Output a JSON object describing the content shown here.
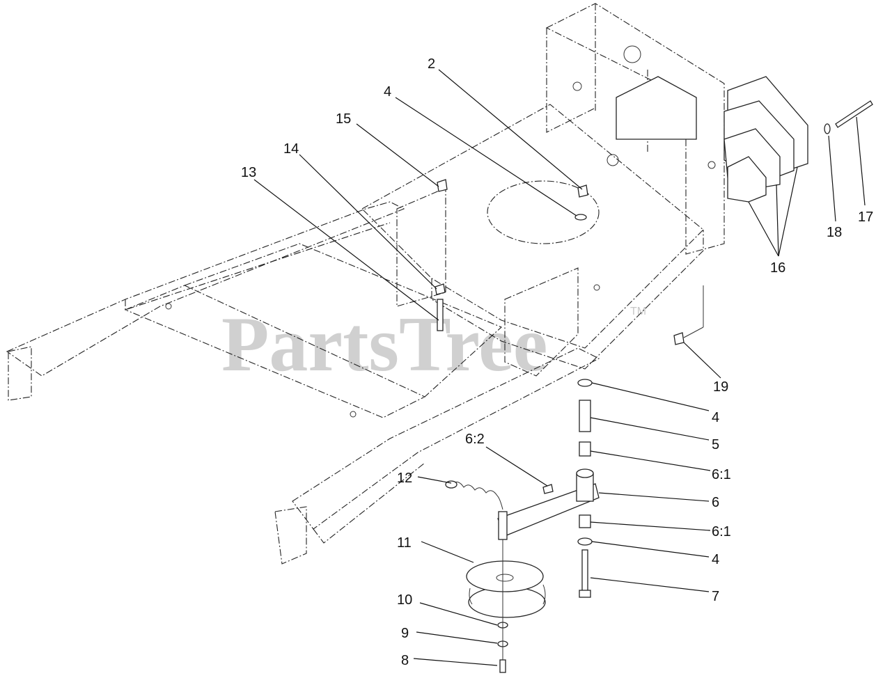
{
  "watermark": {
    "text": "PartsTree",
    "trademark": "TM"
  },
  "callouts": [
    {
      "label": "2"
    },
    {
      "label": "4"
    },
    {
      "label": "15"
    },
    {
      "label": "14"
    },
    {
      "label": "13"
    },
    {
      "label": "16"
    },
    {
      "label": "17"
    },
    {
      "label": "18"
    },
    {
      "label": "19"
    },
    {
      "label": "4"
    },
    {
      "label": "5"
    },
    {
      "label": "6:1"
    },
    {
      "label": "6:2"
    },
    {
      "label": "12"
    },
    {
      "label": "6"
    },
    {
      "label": "6:1"
    },
    {
      "label": "11"
    },
    {
      "label": "4"
    },
    {
      "label": "7"
    },
    {
      "label": "10"
    },
    {
      "label": "9"
    },
    {
      "label": "8"
    }
  ]
}
